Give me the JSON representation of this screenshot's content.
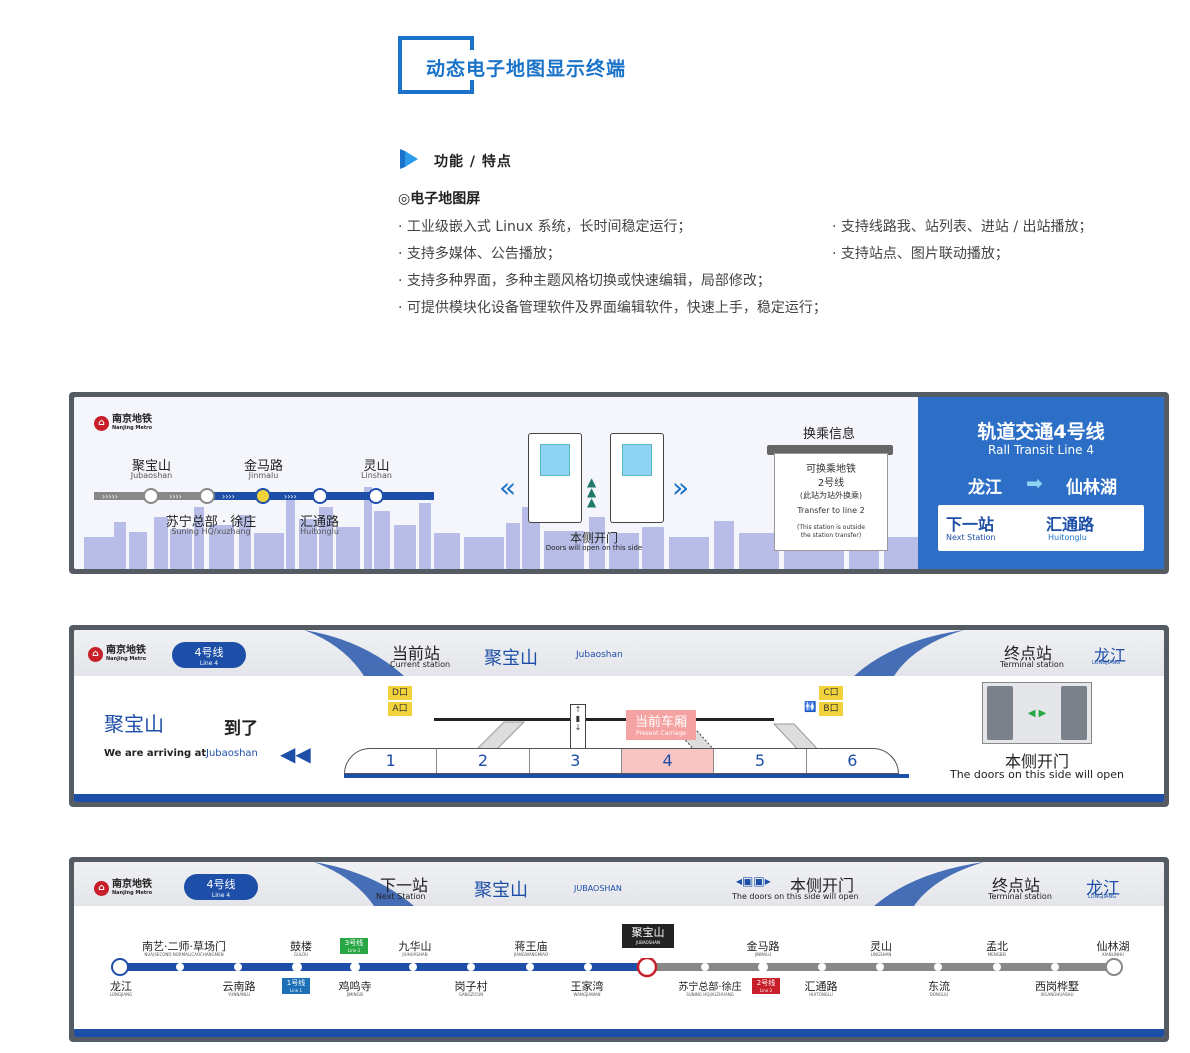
{
  "header": {
    "title": "动态电子地图显示终端",
    "features_title": "功能 / 特点",
    "section_title": "◎电子地图屏",
    "features_left": [
      "· 工业级嵌入式 Linux 系统，长时间稳定运行；",
      "· 支持多媒体、公告播放；",
      "· 支持多种界面，多种主题风格切换或快速编辑，局部修改；",
      "· 可提供模块化设备管理软件及界面编辑软件，快速上手，稳定运行；"
    ],
    "features_right": [
      "· 支持线路我、站列表、进站 / 出站播放；",
      "· 支持站点、图片联动播放；"
    ]
  },
  "logo": {
    "cn": "南京地铁",
    "en": "Nanjing Metro"
  },
  "screen1": {
    "stations_top": [
      {
        "cn": "聚宝山",
        "en": "Jubaoshan"
      },
      {
        "cn": "金马路",
        "en": "Jinmalu"
      },
      {
        "cn": "灵山",
        "en": "Linshan"
      }
    ],
    "stations_bottom": [
      {
        "cn": "苏宁总部 · 徐庄",
        "en": "Suning HQ/xuzhang"
      },
      {
        "cn": "汇通路",
        "en": "Huitonglu"
      }
    ],
    "door_cn": "本侧开门",
    "door_en": "Doors will open on this side",
    "transfer_title": "换乘信息",
    "transfer_lines": [
      "可换乘地铁",
      "2号线",
      "(此站为站外换乘)",
      "Transfer to line 2",
      "(This station is outside",
      "the station transfer)"
    ],
    "line_title": "轨道交通4号线",
    "line_en": "Rall Transit Line 4",
    "from": "龙江",
    "to": "仙林湖",
    "next_cn": "下一站",
    "next_en": "Next Station",
    "next_station_cn": "汇通路",
    "next_station_en": "Huitonglu"
  },
  "screen2": {
    "line_badge": "4号线",
    "line_badge_en": "Line 4",
    "current_cn": "当前站",
    "current_en": "Current station",
    "current_station": "聚宝山",
    "current_station_en": "Jubaoshan",
    "terminal_cn": "终点站",
    "terminal_en": "Terminal station",
    "terminal_station": "龙江",
    "terminal_station_en": "LONGJIANG",
    "arriving_station": "聚宝山",
    "arrived": "到了",
    "arriving_en": "We are arriving at",
    "arriving_station_en": "Jubaoshan",
    "exits_left": [
      "D口",
      "A口"
    ],
    "exits_right": [
      "C口",
      "B口"
    ],
    "carriages": [
      "1",
      "2",
      "3",
      "4",
      "5",
      "6"
    ],
    "present_cn": "当前车厢",
    "present_en": "Present Carriage",
    "door_cn": "本侧开门",
    "door_en": "The doors on this side will open"
  },
  "screen3": {
    "line_badge": "4号线",
    "line_badge_en": "Line 4",
    "next_cn": "下一站",
    "next_en": "Next Station",
    "next_station": "聚宝山",
    "next_station_en": "JUBAOSHAN",
    "door_cn": "本侧开门",
    "door_en": "The doors on this side will open",
    "terminal_cn": "终点站",
    "terminal_en": "Terminal station",
    "terminal_station": "龙江",
    "terminal_station_en": "LONGJIANG",
    "current_flag": "聚宝山",
    "current_flag_en": "JUBAOSHAN",
    "stations_top": [
      {
        "cn": "南艺·二师·草场门",
        "en": "NUA|SECOND NORMAL|CAOCHANGMEN"
      },
      {
        "cn": "鼓楼",
        "en": "GULOU"
      },
      {
        "cn": "3号线",
        "en": "Line 3"
      },
      {
        "cn": "九华山",
        "en": "JIUHUASHAN"
      },
      {
        "cn": "蒋王庙",
        "en": "JIANGWANGMIAO"
      },
      {
        "cn": "金马路",
        "en": "JINMALU"
      },
      {
        "cn": "灵山",
        "en": "LINGSHAN"
      },
      {
        "cn": "孟北",
        "en": "MENGBEI"
      },
      {
        "cn": "仙林湖",
        "en": "XIANLINHU"
      }
    ],
    "stations_bottom": [
      {
        "cn": "龙江",
        "en": "LONGJIANG"
      },
      {
        "cn": "云南路",
        "en": "YUNNANLU"
      },
      {
        "cn": "1号线",
        "en": "Line 1"
      },
      {
        "cn": "鸡鸣寺",
        "en": "JIMINGSI"
      },
      {
        "cn": "岗子村",
        "en": "GANGZICUN"
      },
      {
        "cn": "王家湾",
        "en": "WANGJIAWAN"
      },
      {
        "cn": "苏宁总部·徐庄",
        "en": "SUNING HQ|XUZHUANG"
      },
      {
        "cn": "2号线",
        "en": "Line 2"
      },
      {
        "cn": "汇通路",
        "en": "HUITONGLU"
      },
      {
        "cn": "东流",
        "en": "DONGLIU"
      },
      {
        "cn": "西岗桦墅",
        "en": "XIGANGHUASHU"
      }
    ]
  },
  "colors": {
    "brand_blue": "#1d4fa8",
    "accent_blue": "#1a73c8",
    "metro_red": "#c8202a",
    "highlight_yellow": "#f2d23a"
  }
}
